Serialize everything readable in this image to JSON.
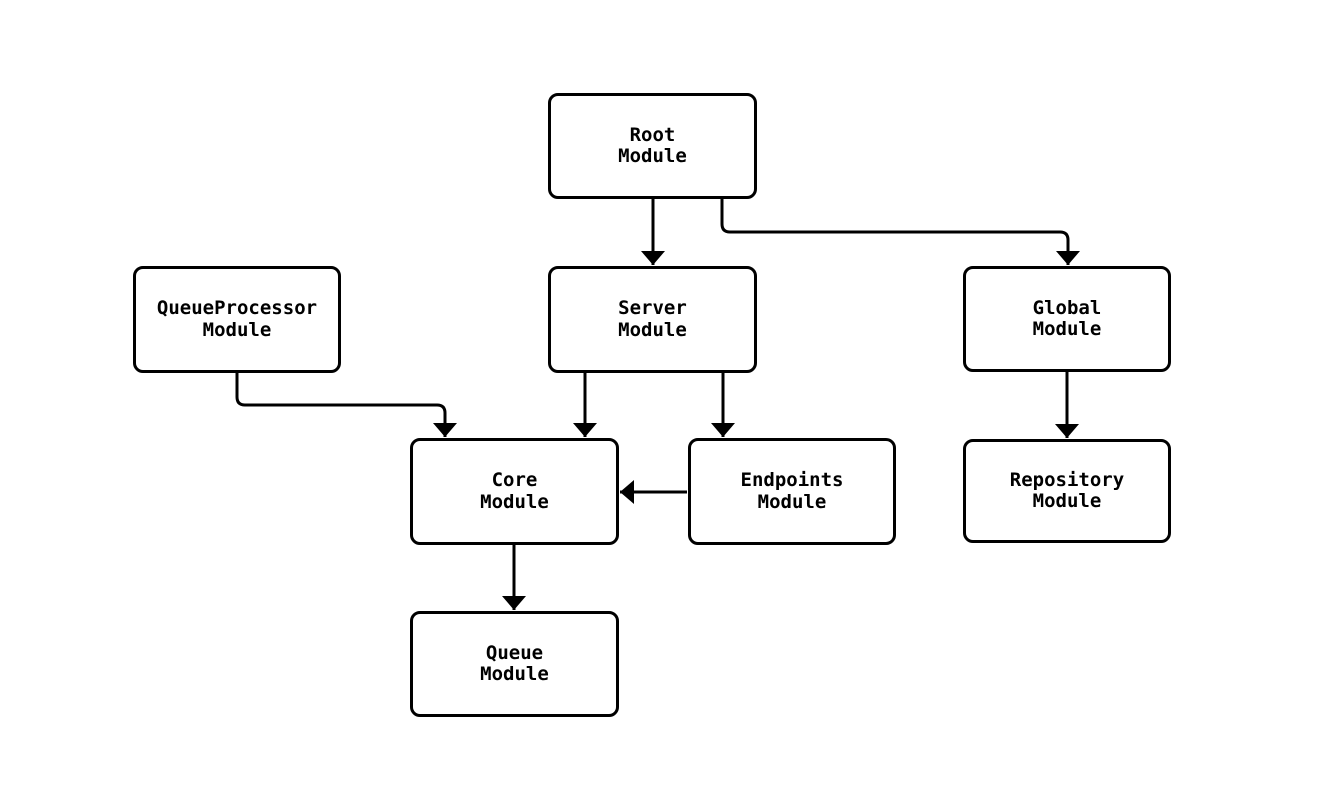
{
  "page": {
    "background_color": "#ffffff"
  },
  "diagram": {
    "type": "module-dependency-graph",
    "colors": {
      "node_border": "#000000",
      "node_fill": "#ffffff",
      "edge": "#000000",
      "text": "#000000"
    },
    "nodes": [
      {
        "id": "root",
        "label": "Root\nModule"
      },
      {
        "id": "queueProcessor",
        "label": "QueueProcessor\nModule"
      },
      {
        "id": "server",
        "label": "Server\nModule"
      },
      {
        "id": "global",
        "label": "Global\nModule"
      },
      {
        "id": "core",
        "label": "Core\nModule"
      },
      {
        "id": "endpoints",
        "label": "Endpoints\nModule"
      },
      {
        "id": "repository",
        "label": "Repository\nModule"
      },
      {
        "id": "queue",
        "label": "Queue\nModule"
      }
    ],
    "edges": [
      {
        "from": "root",
        "to": "server"
      },
      {
        "from": "root",
        "to": "global"
      },
      {
        "from": "queueProcessor",
        "to": "core"
      },
      {
        "from": "server",
        "to": "core"
      },
      {
        "from": "server",
        "to": "endpoints"
      },
      {
        "from": "endpoints",
        "to": "core"
      },
      {
        "from": "global",
        "to": "repository"
      },
      {
        "from": "core",
        "to": "queue"
      }
    ]
  }
}
